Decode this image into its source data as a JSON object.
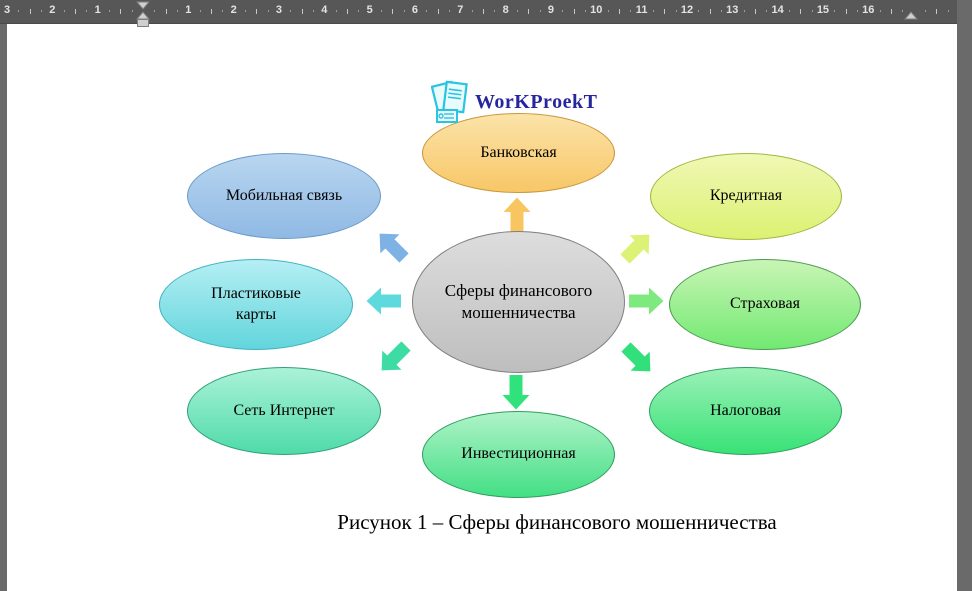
{
  "ruler": {
    "left_numbers": [
      "1",
      "2",
      "3"
    ],
    "right_numbers": [
      "1",
      "2",
      "3",
      "4",
      "5",
      "6",
      "7",
      "8",
      "9",
      "10",
      "11",
      "12",
      "13",
      "14",
      "15",
      "16"
    ]
  },
  "logo": {
    "text": "WorKProekT",
    "color": "#26269E",
    "icon_color": "#29C4E2"
  },
  "diagram": {
    "center_label": "Сферы финансового мошенничества",
    "center_style": {
      "fill_top": "#DDDDDD",
      "fill_bottom": "#BEBEBE",
      "border": "#7F7F7F"
    },
    "nodes": [
      {
        "label": "Банковская",
        "fill_top": "#FBE3A9",
        "fill_bottom": "#F8C767",
        "border": "#C9973B"
      },
      {
        "label": "Кредитная",
        "fill_top": "#F0F8B4",
        "fill_bottom": "#DCF172",
        "border": "#9FB944"
      },
      {
        "label": "Страховая",
        "fill_top": "#C9F5B5",
        "fill_bottom": "#72E972",
        "border": "#4C9B52"
      },
      {
        "label": "Налоговая",
        "fill_top": "#9BF1B7",
        "fill_bottom": "#38E276",
        "border": "#2F9F5F"
      },
      {
        "label": "Инвестиционная",
        "fill_top": "#AFF3C8",
        "fill_bottom": "#43DF85",
        "border": "#2F9F5F"
      },
      {
        "label": "Сеть Интернет",
        "fill_top": "#ABF2D9",
        "fill_bottom": "#4FDBA9",
        "border": "#2F9F79"
      },
      {
        "label": "Пластиковые карты",
        "fill_top": "#B5EFF4",
        "fill_bottom": "#62D5DC",
        "border": "#3FB4BE"
      },
      {
        "label": "Мобильная связь",
        "fill_top": "#B9D6F0",
        "fill_bottom": "#8FB9E4",
        "border": "#6A9AC8"
      }
    ],
    "arrows": [
      {
        "dir": "up",
        "color": "#F7C660"
      },
      {
        "dir": "up-right",
        "color": "#DCF276"
      },
      {
        "dir": "right",
        "color": "#7DE97E"
      },
      {
        "dir": "down-right",
        "color": "#31E07B"
      },
      {
        "dir": "down",
        "color": "#2FE27C"
      },
      {
        "dir": "down-left",
        "color": "#3CDCA3"
      },
      {
        "dir": "left",
        "color": "#5ED9DD"
      },
      {
        "dir": "up-left",
        "color": "#7EB1E4"
      }
    ]
  },
  "caption": "Рисунок 1 – Сферы финансового мошенничества"
}
